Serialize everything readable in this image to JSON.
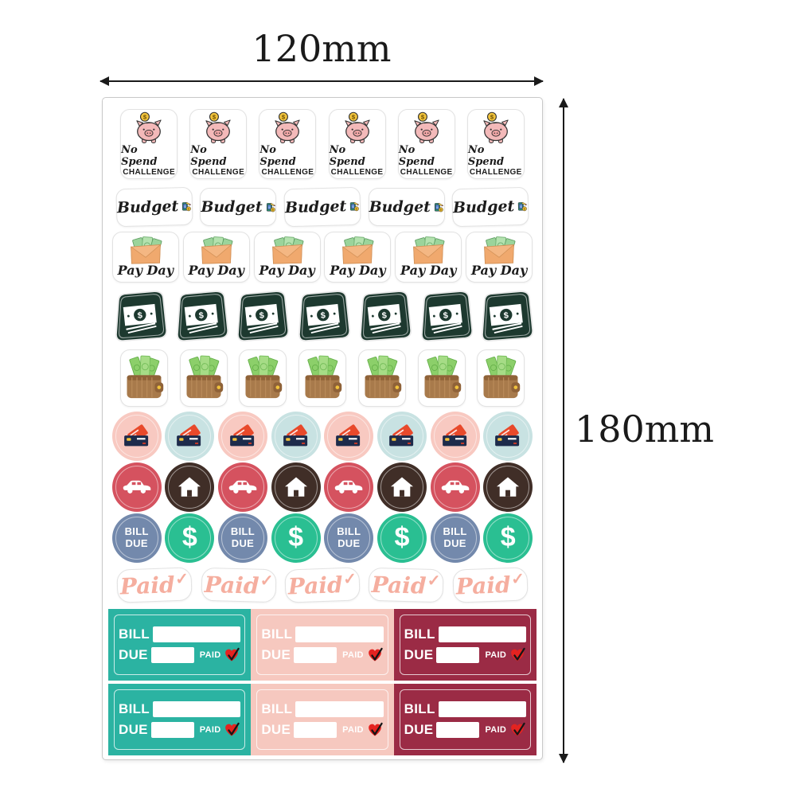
{
  "dimensions": {
    "width_label": "120mm",
    "height_label": "180mm"
  },
  "labels": {
    "no_spend_line1": "No Spend",
    "no_spend_line2": "CHALLENGE",
    "budget": "Budget",
    "payday": "Pay Day",
    "bill": "BILL",
    "due": "DUE",
    "paid_caps": "PAID",
    "paid_script": "Paid",
    "check": "✓",
    "dollar": "$"
  },
  "sheet": {
    "rows": [
      {
        "type": "no-spend",
        "count": 6
      },
      {
        "type": "budget",
        "count": 5
      },
      {
        "type": "payday",
        "count": 6
      },
      {
        "type": "cash",
        "count": 7
      },
      {
        "type": "wallet",
        "count": 7
      },
      {
        "type": "cards",
        "count": 8
      },
      {
        "type": "car-house",
        "count": 8
      },
      {
        "type": "bill-dollar",
        "count": 8
      },
      {
        "type": "paid",
        "count": 5
      },
      {
        "type": "bill-due-paid",
        "count": 3
      },
      {
        "type": "bill-due-paid",
        "count": 3
      }
    ]
  },
  "colors": {
    "teal": "#2bb3a2",
    "block_pink": "#f6c8bf",
    "maroon": "#9b2b45",
    "circle_pink": "#f8c9c1",
    "circle_blue": "#c8e2e2",
    "circle_red": "#d5525f",
    "circle_brown": "#402e27",
    "circle_slate": "#7389ac",
    "circle_green": "#2abf92",
    "cash_green": "#1d392f",
    "paid_pink": "#f5ae9f",
    "heart_red": "#e42320",
    "coin_gold": "#f0c23c",
    "pig_pink": "#f3b9b9",
    "wallet_brown": "#a87a4b",
    "envelope_orange": "#f4b783",
    "bill_green": "#9bd49b",
    "notebook_green": "#2f8a6d",
    "calc_blue": "#4c7fd0",
    "card_navy": "#1d2b4b",
    "card_red": "#e8492b",
    "sheet_border": "#c9c9c9"
  }
}
